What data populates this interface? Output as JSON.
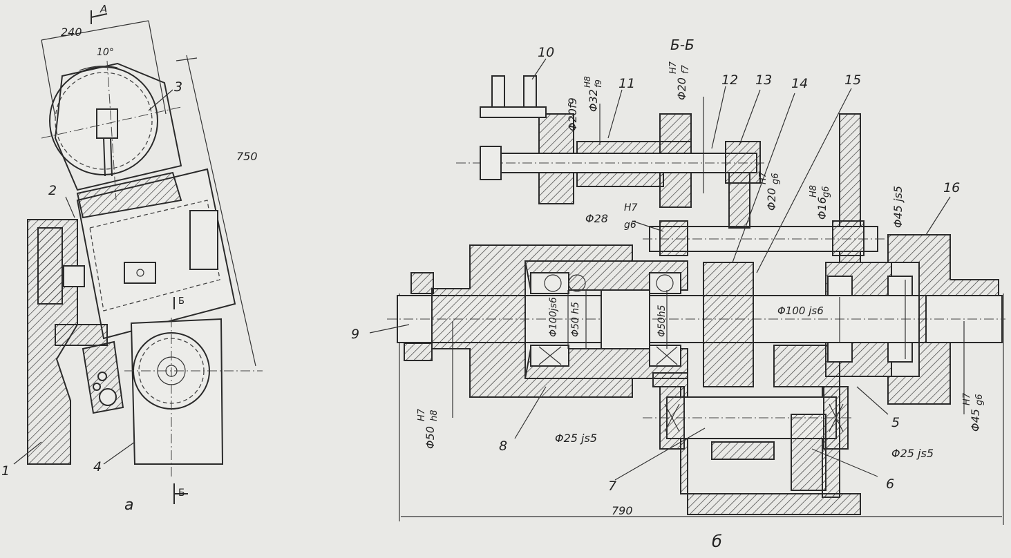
{
  "labels": {
    "part_1": "1",
    "part_2": "2",
    "part_3": "3",
    "part_4": "4",
    "part_5": "5",
    "part_6": "6",
    "part_7": "7",
    "part_8": "8",
    "part_9": "9",
    "part_10": "10",
    "part_11": "11",
    "part_12": "12",
    "part_13": "13",
    "part_14": "14",
    "part_15": "15",
    "part_16": "16",
    "view_a": "а",
    "view_b": "б",
    "section": "Б-Б",
    "arrow_a": "А",
    "cut_b_top": "Б",
    "cut_b_bottom": "Б"
  },
  "dimensions": {
    "width_240": "240",
    "angle_10": "10°",
    "length_750": "750",
    "length_790": "790",
    "d20f9": "Φ20f9",
    "d32": "Φ32",
    "d32_fit_top": "H8",
    "d32_fit_bot": "f9",
    "d20_top": "Φ20",
    "d20_top_fit_top": "H7",
    "d20_top_fit_bot": "f7",
    "d28": "Φ28",
    "d28_fit_top": "H7",
    "d28_fit_bot": "g6",
    "d20_mid": "Φ20",
    "d20_mid_fit_top": "H7",
    "d20_mid_fit_bot": "g6",
    "d16": "Φ16",
    "d16_fit_top": "H8",
    "d16_fit_bot": "g6",
    "d45js5": "Φ45 js5",
    "d100js6_left": "Φ100js6",
    "d50h5_a": "Φ50 h5",
    "d50h5_b": "Φ50h5",
    "d100js6_right": "Φ100 js6",
    "d50": "Φ50",
    "d50_fit_top": "H7",
    "d50_fit_bot": "h8",
    "d25js5_left": "Φ25 js5",
    "d25js5_right": "Φ25 js5",
    "d45": "Φ45",
    "d45_fit_top": "H7",
    "d45_fit_bot": "g6"
  }
}
